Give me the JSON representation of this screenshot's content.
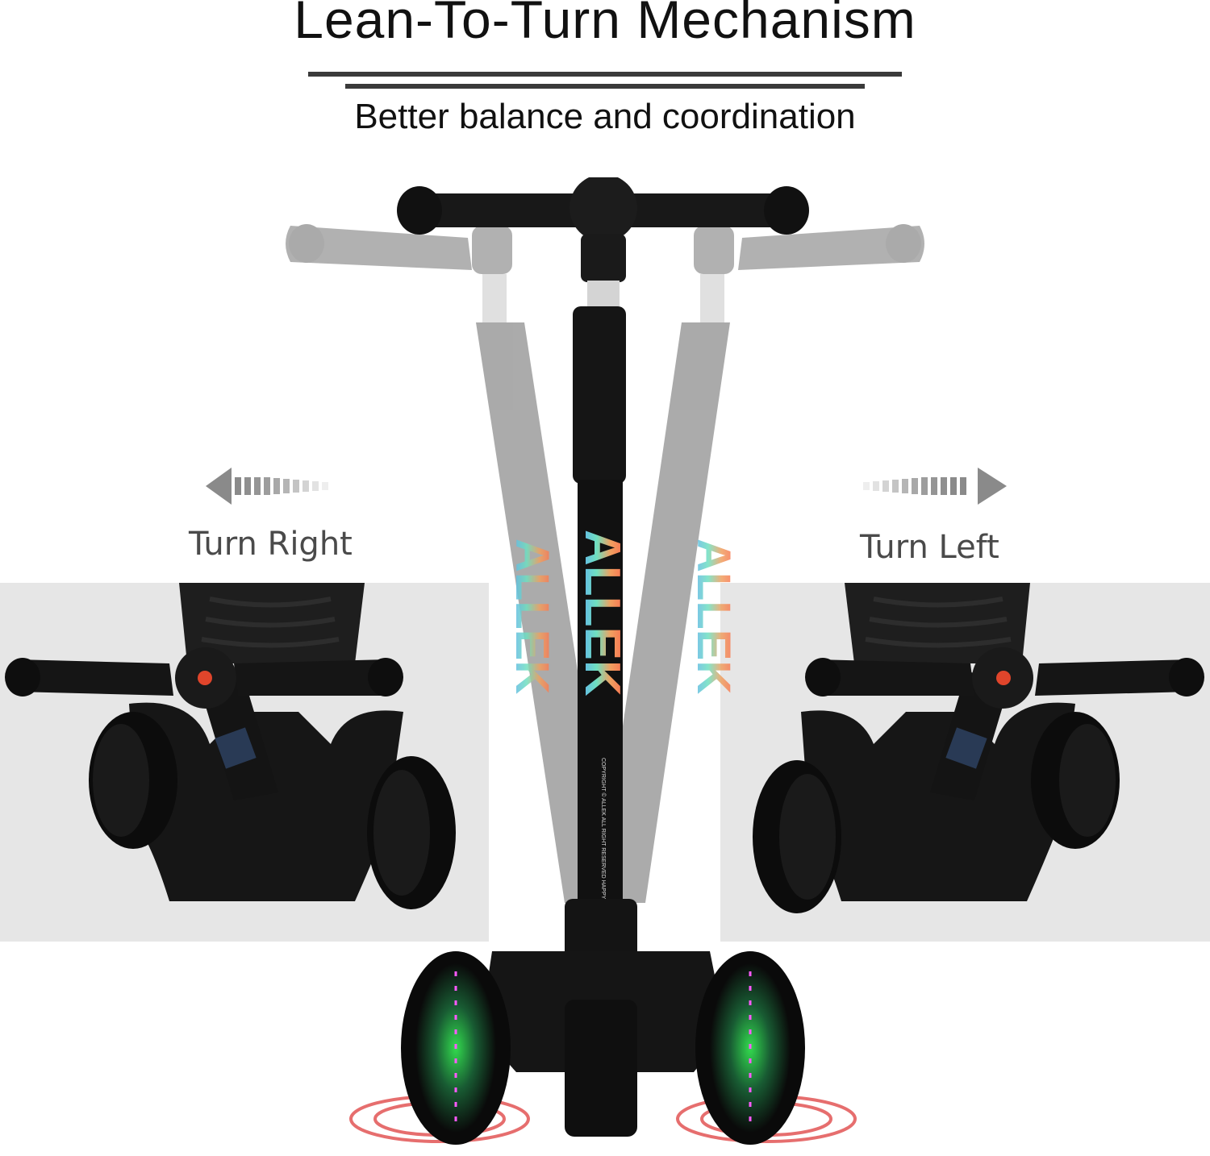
{
  "header": {
    "title": "Lean-To-Turn Mechanism",
    "subtitle": "Better balance and coordination"
  },
  "labels": {
    "turn_right": "Turn Right",
    "turn_left": "Turn Left"
  },
  "product": {
    "brand_logo": "ALLEK",
    "stem_fineprint": "COPYRIGHT © ALLEK ALL RIGHT RESERVED HAPPY CHILDHOOD"
  },
  "colors": {
    "text": "#111111",
    "label": "#4a4a4a",
    "panel": "#e6e6e6",
    "scooter": "#1a1a1a",
    "ghost": "#9a9a9a",
    "accent_red": "#e0452b"
  }
}
